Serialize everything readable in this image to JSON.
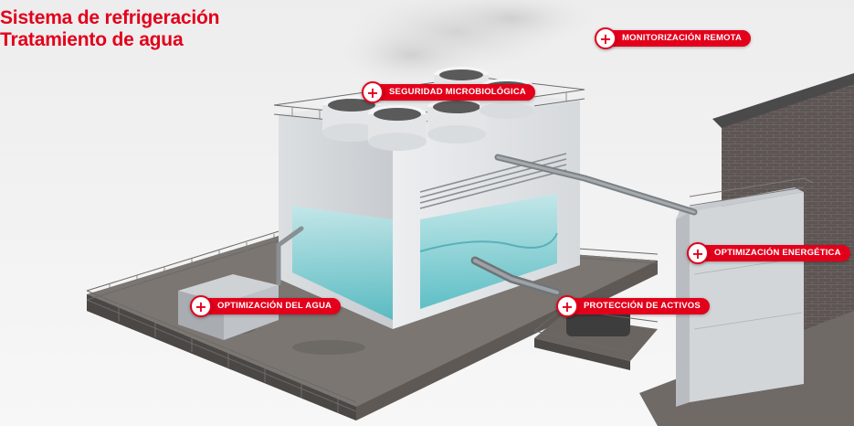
{
  "header": {
    "title_line1": "Sistema de refrigeración",
    "title_line2": "Tratamiento de agua"
  },
  "hotspots": {
    "monitoring": {
      "label": "MONITORIZACIÓN REMOTA"
    },
    "microbiological": {
      "label": "SEGURIDAD MICROBIOLÓGICA"
    },
    "energy": {
      "label": "OPTIMIZACIÓN ENERGÉTICA"
    },
    "assets": {
      "label": "PROTECCIÓN DE ACTIVOS"
    },
    "water": {
      "label": "OPTIMIZACIÓN DEL AGUA"
    },
    "plus_glyph": "+"
  },
  "colors": {
    "accent": "#e3001b",
    "background": "#f2f2f2",
    "water": "#4fc3c9"
  }
}
